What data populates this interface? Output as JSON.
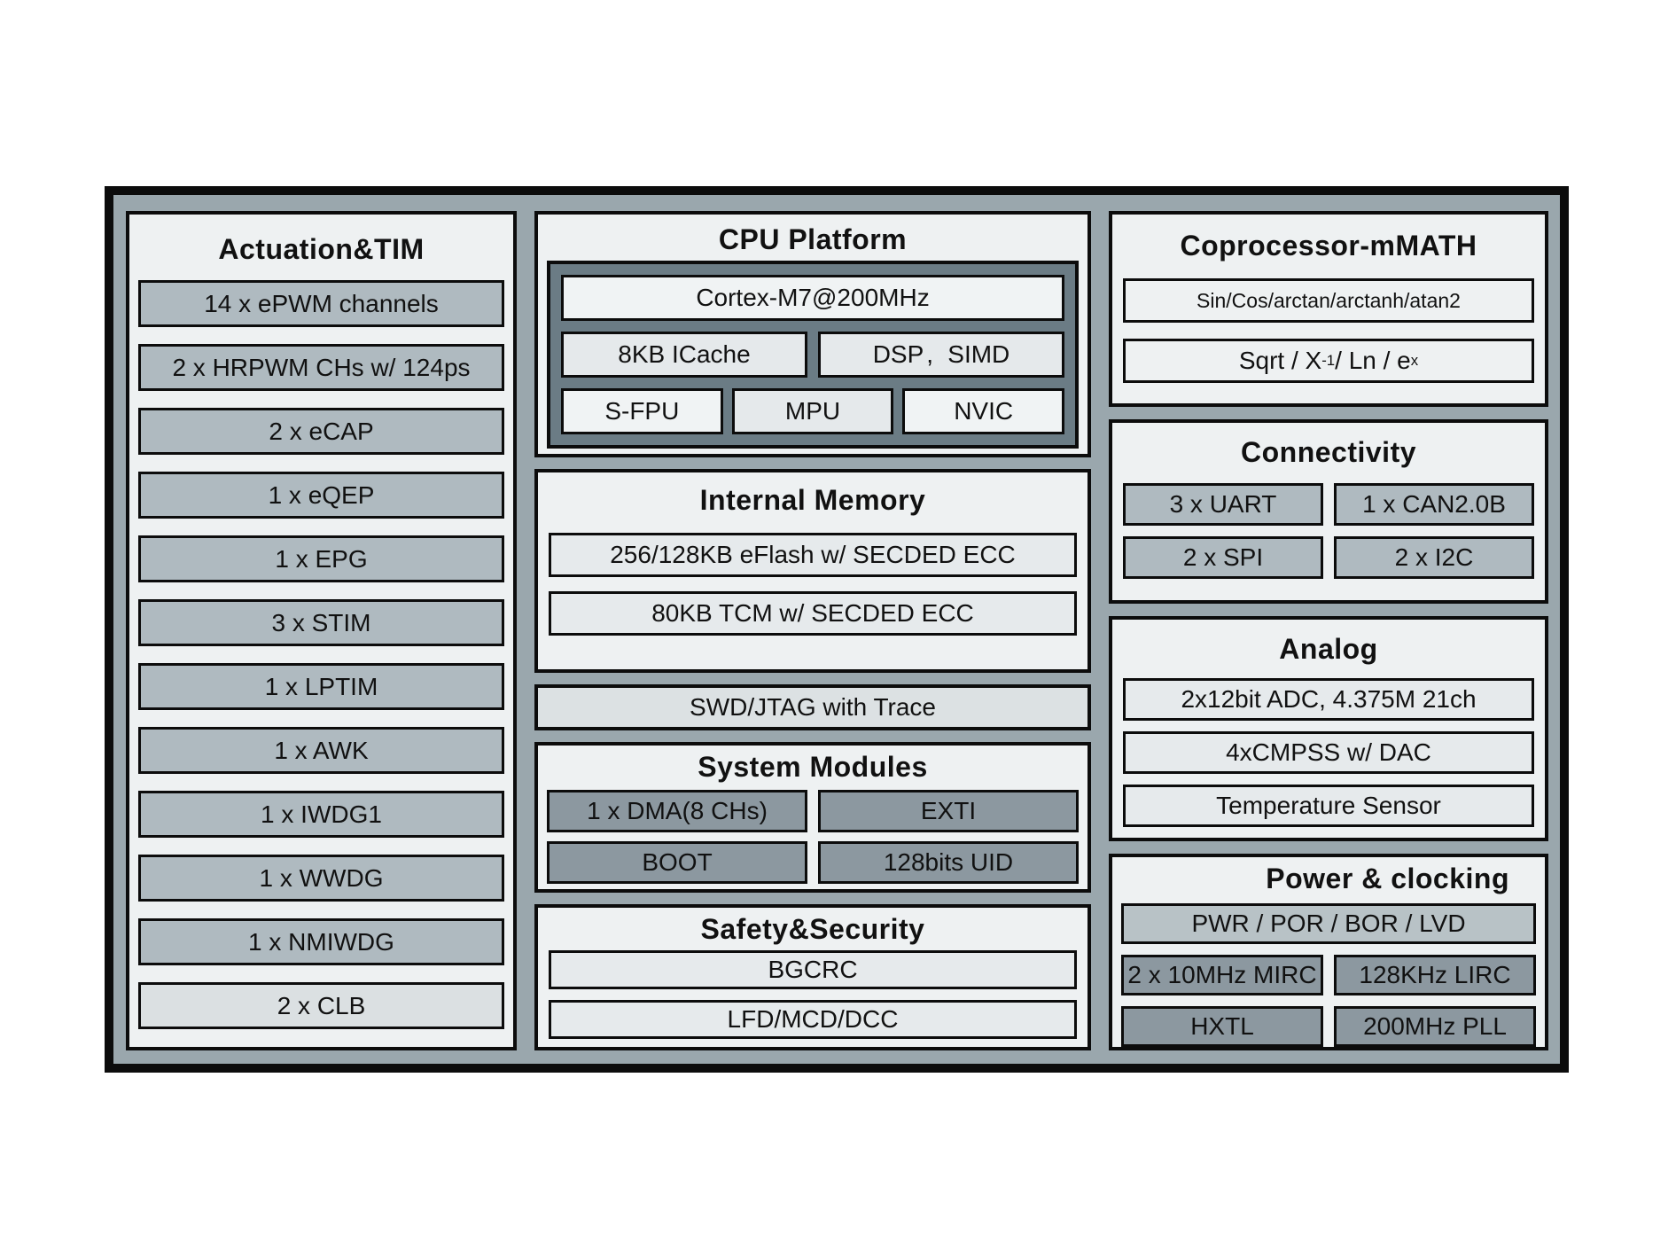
{
  "colors": {
    "frame_fill": "#9AA7AD",
    "frame_border": "#0C0C0C",
    "panel_bg": "#EEF1F2",
    "row_gray": "#AFBAC0",
    "row_light": "#DBE0E2",
    "cpu_container": "#6B7C85",
    "cell_light": "#F0F3F4",
    "cell_mid": "#E5E9EB",
    "box_dark": "#8C98A0",
    "power_bar": "#B8C2C6",
    "swd_bar": "#DCE1E3"
  },
  "actuation": {
    "title": "Actuation&TIM",
    "rows": [
      {
        "label": "14 x ePWM channels"
      },
      {
        "label": "2 x HRPWM CHs w/ 124ps"
      },
      {
        "label": "2 x eCAP"
      },
      {
        "label": "1 x eQEP"
      },
      {
        "label": "1 x EPG"
      },
      {
        "label": "3 x STIM"
      },
      {
        "label": "1 x LPTIM"
      },
      {
        "label": "1 x AWK"
      },
      {
        "label": "1 x IWDG1"
      },
      {
        "label": "1 x WWDG"
      },
      {
        "label": "1 x NMIWDG"
      },
      {
        "label": "2 x CLB"
      }
    ]
  },
  "cpu": {
    "title": "CPU Platform",
    "core": "Cortex-M7@200MHz",
    "icache": "8KB ICache",
    "dsp_simd_full": "DSP、SIMD",
    "dsp": "DSP",
    "comma_display": ",",
    "simd": "SIMD",
    "sfpu": "S-FPU",
    "mpu": "MPU",
    "nvic": "NVIC"
  },
  "memory": {
    "title": "Internal Memory",
    "rows": [
      "256/128KB eFlash w/ SECDED ECC",
      "80KB TCM w/ SECDED ECC"
    ]
  },
  "debug": {
    "label": "SWD/JTAG with Trace"
  },
  "system": {
    "title": "System Modules",
    "cells": [
      "1 x DMA(8 CHs)",
      "EXTI",
      "BOOT",
      "128bits UID"
    ]
  },
  "safety": {
    "title": "Safety&Security",
    "rows": [
      "BGCRC",
      "LFD/MCD/DCC"
    ]
  },
  "coprocessor": {
    "title": "Coprocessor-mMATH",
    "row1": "Sin/Cos/arctan/arctanh/atan2",
    "row2": {
      "full": "Sqrt / X⁻¹ / Ln / eˣ",
      "pre": "Sqrt / X",
      "sup1": "-1",
      "mid": " / Ln / e",
      "sup2": "x"
    }
  },
  "connectivity": {
    "title": "Connectivity",
    "cells": [
      "3 x UART",
      "1 x CAN2.0B",
      "2 x SPI",
      "2 x I2C"
    ]
  },
  "analog": {
    "title": "Analog",
    "rows": [
      "2x12bit ADC, 4.375M 21ch",
      "4xCMPSS w/ DAC",
      "Temperature Sensor"
    ]
  },
  "power": {
    "title": "Power & clocking",
    "bar": "PWR / POR / BOR / LVD",
    "cells": [
      "2 x 10MHz MIRC",
      "128KHz LIRC",
      "HXTL",
      "200MHz PLL"
    ]
  }
}
